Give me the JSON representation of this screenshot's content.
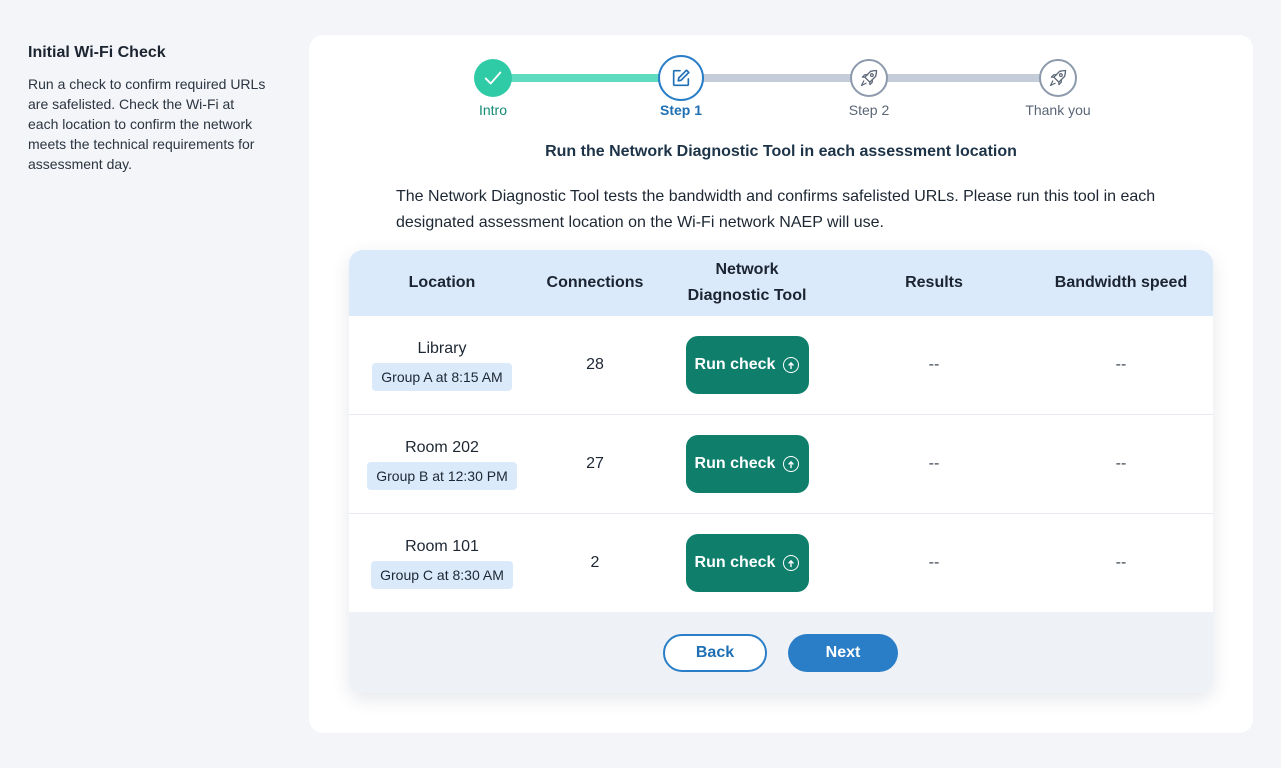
{
  "sidebar": {
    "title": "Initial Wi-Fi Check",
    "description": "Run a check to confirm required URLs are safelisted. Check the Wi-Fi at each location to confirm the network meets the technical requirements for assessment day."
  },
  "stepper": {
    "steps": [
      {
        "label": "Intro",
        "state": "complete",
        "icon": "check-icon"
      },
      {
        "label": "Step 1",
        "state": "current",
        "icon": "edit-icon"
      },
      {
        "label": "Step 2",
        "state": "upcoming",
        "icon": "rocket-icon"
      },
      {
        "label": "Thank you",
        "state": "upcoming",
        "icon": "rocket-icon"
      }
    ]
  },
  "main": {
    "headline": "Run the Network Diagnostic Tool in each assessment location",
    "intro": "The Network Diagnostic Tool tests the bandwidth and confirms safelisted URLs. Please run this tool in each designated assessment location on the Wi-Fi network NAEP will use."
  },
  "table": {
    "headers": {
      "location": "Location",
      "connections": "Connections",
      "tool_line1": "Network",
      "tool_line2": "Diagnostic Tool",
      "results": "Results",
      "bandwidth": "Bandwidth speed"
    },
    "rows": [
      {
        "location": "Library",
        "group": "Group A at 8:15 AM",
        "connections": "28",
        "action": "Run check",
        "results": "--",
        "bandwidth": "--"
      },
      {
        "location": "Room 202",
        "group": "Group B at 12:30 PM",
        "connections": "27",
        "action": "Run check",
        "results": "--",
        "bandwidth": "--"
      },
      {
        "location": "Room 101",
        "group": "Group C at 8:30 AM",
        "connections": "2",
        "action": "Run check",
        "results": "--",
        "bandwidth": "--"
      }
    ]
  },
  "footer": {
    "back_label": "Back",
    "next_label": "Next"
  },
  "colors": {
    "accent": "#2a7ec8",
    "success": "#2fcba6",
    "primary_action": "#0f7f6c",
    "table_header": "#dbeafa"
  }
}
